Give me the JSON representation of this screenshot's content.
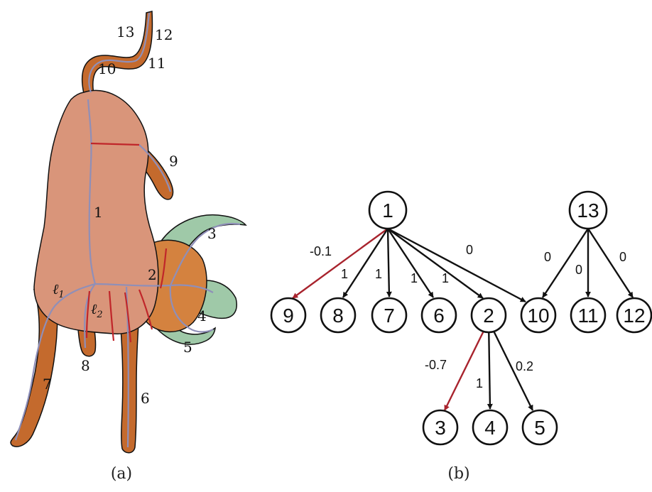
{
  "captions": {
    "a": "(a)",
    "b": "(b)"
  },
  "colors": {
    "body": "#d9957a",
    "limb": "#c46a2d",
    "head": "#d4823f",
    "horn": "#9fc9a8",
    "skeleton_gray": "#8f8fb8",
    "cut_red": "#c0262a",
    "edge_black": "#111111",
    "edge_red": "#a8232d"
  },
  "panel_a": {
    "part_labels": [
      "13",
      "12",
      "11",
      "10",
      "9",
      "1",
      "3",
      "2",
      "4",
      "5",
      "6",
      "7",
      "8"
    ],
    "line_labels": {
      "l1": "ℓ",
      "l1_sub": "1",
      "l2": "ℓ",
      "l2_sub": "2"
    }
  },
  "tree": {
    "nodes": [
      "1",
      "13",
      "9",
      "8",
      "7",
      "6",
      "2",
      "10",
      "11",
      "12",
      "3",
      "4",
      "5"
    ],
    "edges": [
      {
        "from": "1",
        "to": "9",
        "weight": "-0.1",
        "negative": true
      },
      {
        "from": "1",
        "to": "8",
        "weight": "1",
        "negative": false
      },
      {
        "from": "1",
        "to": "7",
        "weight": "1",
        "negative": false
      },
      {
        "from": "1",
        "to": "6",
        "weight": "1",
        "negative": false
      },
      {
        "from": "1",
        "to": "2",
        "weight": "1",
        "negative": false
      },
      {
        "from": "1",
        "to": "10",
        "weight": "0",
        "negative": false
      },
      {
        "from": "13",
        "to": "10",
        "weight": "0",
        "negative": false
      },
      {
        "from": "13",
        "to": "11",
        "weight": "0",
        "negative": false
      },
      {
        "from": "13",
        "to": "12",
        "weight": "0",
        "negative": false
      },
      {
        "from": "2",
        "to": "3",
        "weight": "-0.7",
        "negative": true
      },
      {
        "from": "2",
        "to": "4",
        "weight": "1",
        "negative": false
      },
      {
        "from": "2",
        "to": "5",
        "weight": "0.2",
        "negative": false
      }
    ]
  }
}
